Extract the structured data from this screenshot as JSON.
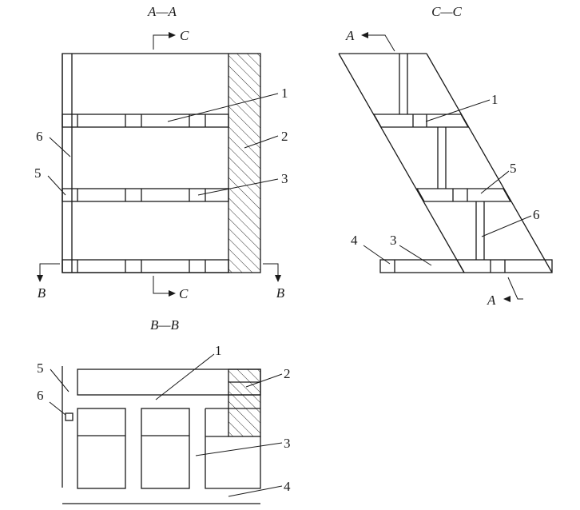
{
  "views": {
    "aa": {
      "title": "A—A",
      "cut_label": "C",
      "base_label": "B"
    },
    "cc": {
      "title": "C—C",
      "cut_label": "A"
    },
    "bb": {
      "title": "B—B"
    }
  },
  "callouts": {
    "n1": "1",
    "n2": "2",
    "n3": "3",
    "n4": "4",
    "n5": "5",
    "n6": "6"
  }
}
